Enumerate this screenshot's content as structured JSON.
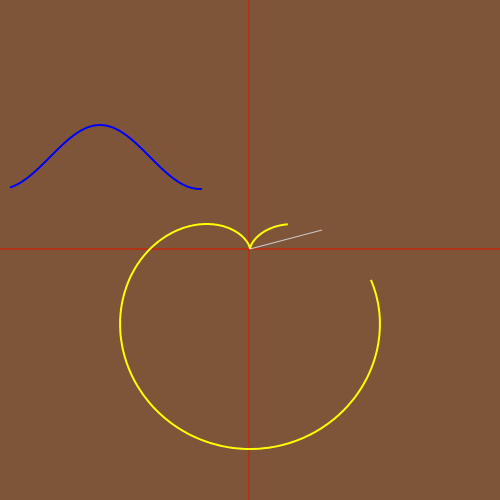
{
  "scene": {
    "colors": {
      "background": "#7F5539",
      "axes": "#CC2200",
      "sine_wave": "#0000FF",
      "cardioid": "#FFFF00",
      "radius_line": "#C8C8C8"
    },
    "elements": [
      "horizontal-axis",
      "vertical-axis",
      "sine-wave",
      "cardioid-curve",
      "radius-line"
    ]
  }
}
